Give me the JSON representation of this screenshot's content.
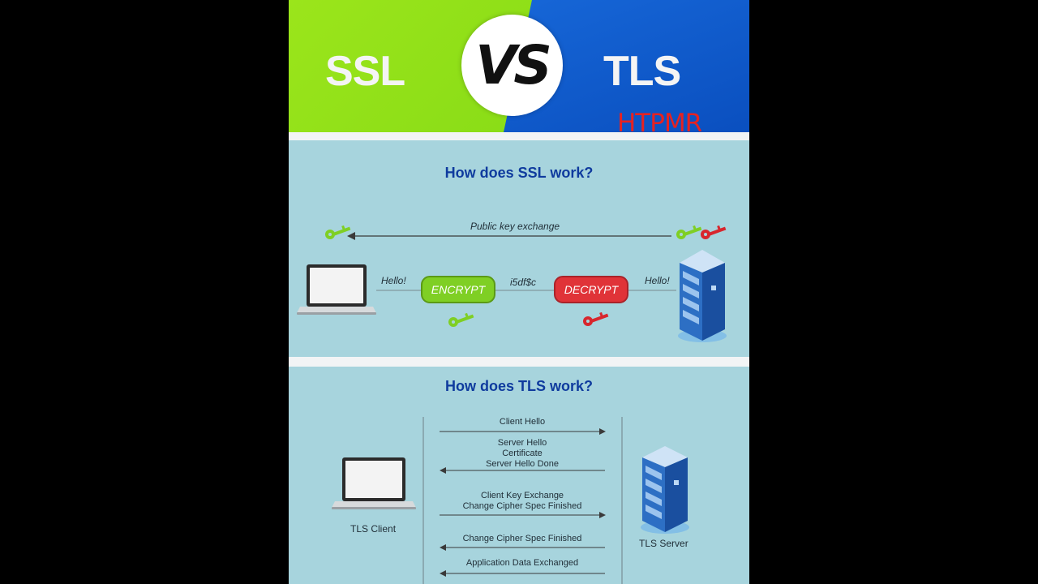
{
  "header": {
    "left_word": "SSL",
    "vs_text": "VS",
    "right_word": "TLS",
    "watermark": "HTPMR"
  },
  "ssl_section": {
    "title": "How does SSL work?",
    "public_key_exchange": "Public key exchange",
    "hello_left": "Hello!",
    "encrypt": "ENCRYPT",
    "cipher_text": "i5df$c",
    "decrypt": "DECRYPT",
    "hello_right": "Hello!"
  },
  "tls_section": {
    "title": "How does TLS work?",
    "client_label": "TLS Client",
    "server_label": "TLS Server",
    "messages": [
      {
        "lines": [
          "Client Hello"
        ],
        "direction": "to-server"
      },
      {
        "lines": [
          "Server Hello",
          "Certificate",
          "Server Hello Done"
        ],
        "direction": "to-client"
      },
      {
        "lines": [
          "Client Key Exchange",
          "Change Cipher Spec Finished"
        ],
        "direction": "to-server"
      },
      {
        "lines": [
          "Change Cipher Spec Finished"
        ],
        "direction": "to-client"
      },
      {
        "lines": [
          "Application Data Exchanged"
        ],
        "direction": "to-client"
      }
    ]
  },
  "colors": {
    "green_key": "#7fcf24",
    "red_key": "#d8262d",
    "title_blue": "#0f3b9e",
    "panel_bg": "#a7d4dd",
    "banner_green": "#8ee01a",
    "banner_blue": "#1460d0"
  },
  "icons": [
    "laptop-icon",
    "server-icon",
    "green-key-icon",
    "red-key-icon"
  ]
}
